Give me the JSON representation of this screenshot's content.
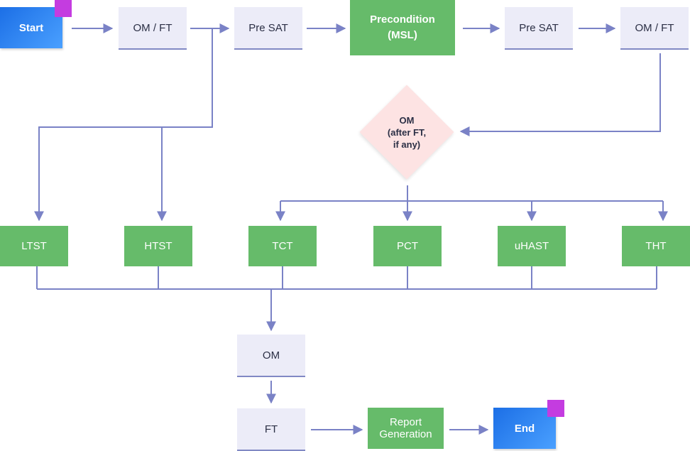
{
  "nodes": {
    "start": "Start",
    "om_ft_1": "OM / FT",
    "pre_sat_1": "Pre SAT",
    "precondition_line1": "Precondition",
    "precondition_line2": "(MSL)",
    "pre_sat_2": "Pre SAT",
    "om_ft_2": "OM / FT",
    "decision_line1": "OM",
    "decision_line2": "(after FT,",
    "decision_line3": "if any)",
    "ltst": "LTST",
    "htst": "HTST",
    "tct": "TCT",
    "pct": "PCT",
    "uhast": "uHAST",
    "tht": "THT",
    "om": "OM",
    "ft": "FT",
    "report_line1": "Report",
    "report_line2": "Generation",
    "end": "End"
  },
  "colors": {
    "connector": "#7a82c6",
    "terminal_gradient": [
      "#1c6fe6",
      "#4aa0ff"
    ],
    "process_lavender": "#ececf8",
    "process_green": "#66bb6a",
    "decision_pink": "#fde3e3",
    "badge_magenta": "#c43ce0"
  }
}
